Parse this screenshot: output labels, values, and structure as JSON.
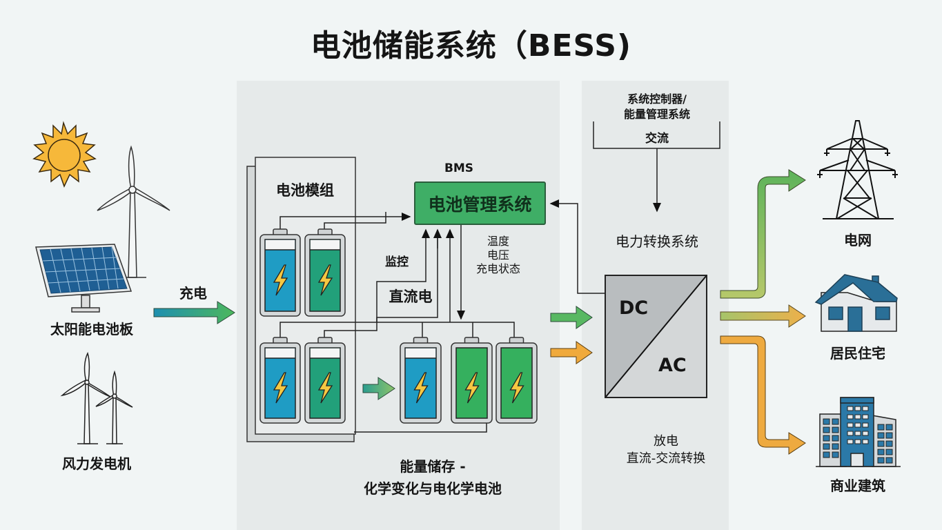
{
  "title": "电池储能系统（BESS)",
  "sources": {
    "solar_panel_label": "太阳能电池板",
    "wind_turbine_label": "风力发电机",
    "charge_label": "充电"
  },
  "storage": {
    "module_label": "电池模组",
    "bms_tag": "BMS",
    "bms_label": "电池管理系统",
    "monitor_label": "监控",
    "dc_label": "直流电",
    "params": [
      "温度",
      "电压",
      "充电状态"
    ],
    "caption_line1": "能量储存 -",
    "caption_line2": "化学变化与电化学电池"
  },
  "conversion": {
    "controller_line1": "系统控制器/",
    "controller_line2": "能量管理系统",
    "ac_label": "交流",
    "pcs_label": "电力转换系统",
    "dc_text": "DC",
    "ac_text": "AC",
    "discharge_line1": "放电",
    "discharge_line2": "直流-交流转换"
  },
  "outputs": {
    "grid_label": "电网",
    "residential_label": "居民住宅",
    "commercial_label": "商业建筑"
  },
  "colors": {
    "bms_green": "#3fae66",
    "battery_blue": "#1f9cc4",
    "battery_teal": "#22a07a",
    "battery_green": "#35b05e",
    "arrow_green": "#5cb85c",
    "arrow_orange": "#f0aa3c",
    "sun": "#f6b83a",
    "house_blue": "#2a6f97"
  }
}
